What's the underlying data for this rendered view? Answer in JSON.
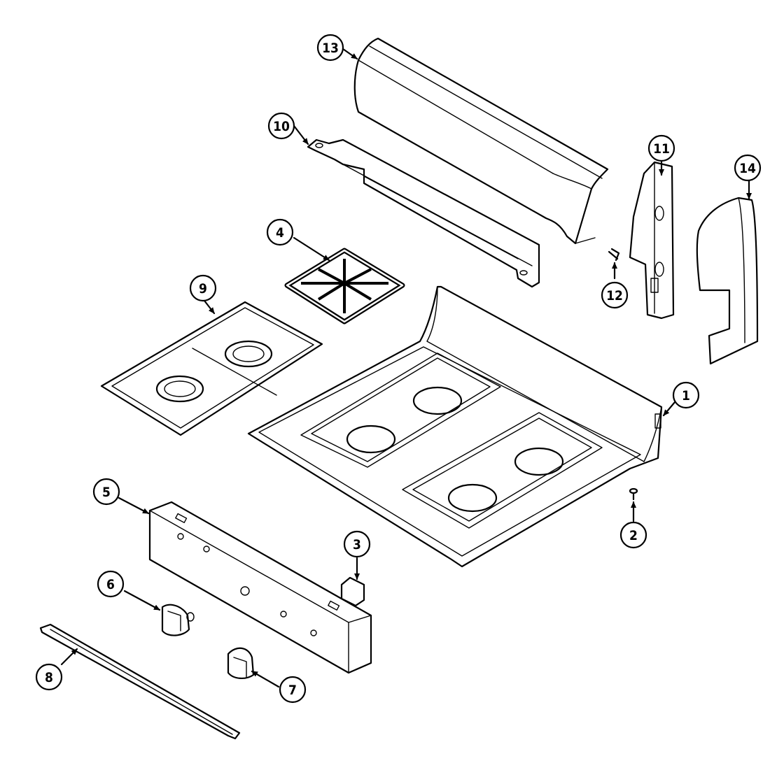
{
  "callouts": [
    {
      "id": "part-1",
      "label": "1"
    },
    {
      "id": "part-2",
      "label": "2"
    },
    {
      "id": "part-3",
      "label": "3"
    },
    {
      "id": "part-4",
      "label": "4"
    },
    {
      "id": "part-5",
      "label": "5"
    },
    {
      "id": "part-6",
      "label": "6"
    },
    {
      "id": "part-7",
      "label": "7"
    },
    {
      "id": "part-8",
      "label": "8"
    },
    {
      "id": "part-9",
      "label": "9"
    },
    {
      "id": "part-10",
      "label": "10"
    },
    {
      "id": "part-11",
      "label": "11"
    },
    {
      "id": "part-12",
      "label": "12"
    },
    {
      "id": "part-13",
      "label": "13"
    },
    {
      "id": "part-14",
      "label": "14"
    }
  ],
  "colors": {
    "line": "#000000",
    "background": "#ffffff"
  }
}
